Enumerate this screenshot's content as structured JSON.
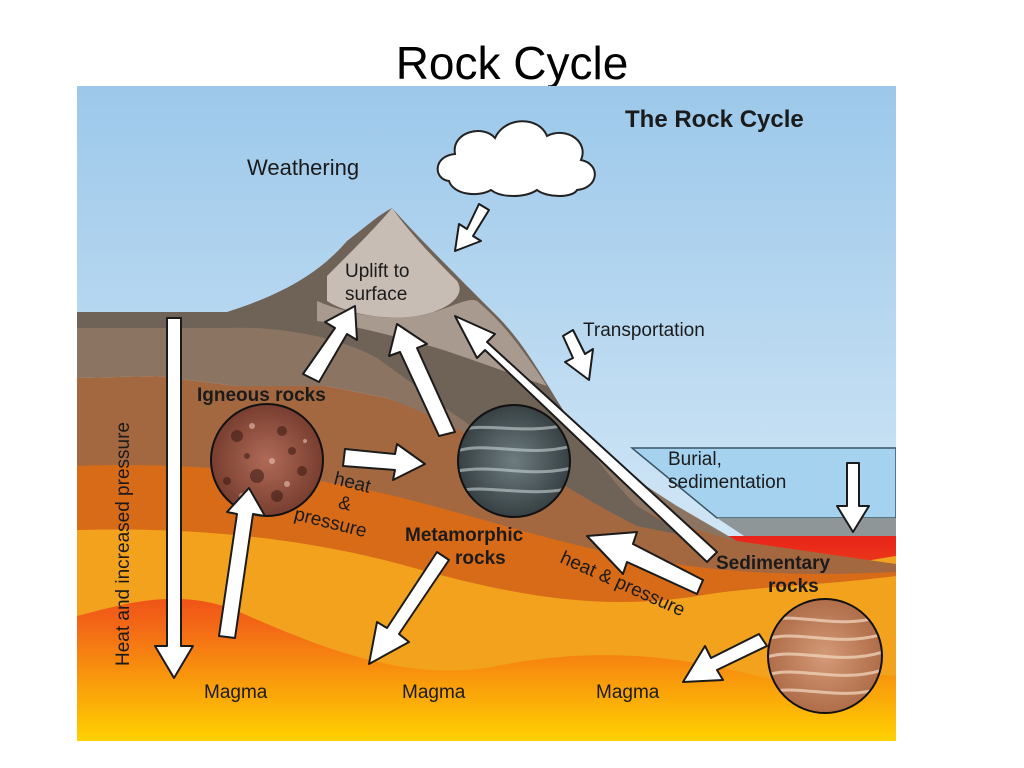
{
  "slide": {
    "title": "Rock Cycle"
  },
  "diagram": {
    "title": "The Rock Cycle",
    "labels": {
      "weathering": "Weathering",
      "uplift": [
        "Uplift to",
        "surface"
      ],
      "transportation": "Transportation",
      "burial": [
        "Burial,",
        "sedimentation"
      ],
      "igneous": "Igneous rocks",
      "metamorphic": [
        "Metamorphic",
        "rocks"
      ],
      "sedimentary": [
        "Sedimentary",
        "rocks"
      ],
      "heat_pressure_left": [
        "heat",
        "&",
        "pressure"
      ],
      "heat_pressure_right": "heat & pressure",
      "heat_increased_pressure": "Heat and increased pressure",
      "magma": [
        "Magma",
        "Magma",
        "Magma"
      ]
    }
  }
}
